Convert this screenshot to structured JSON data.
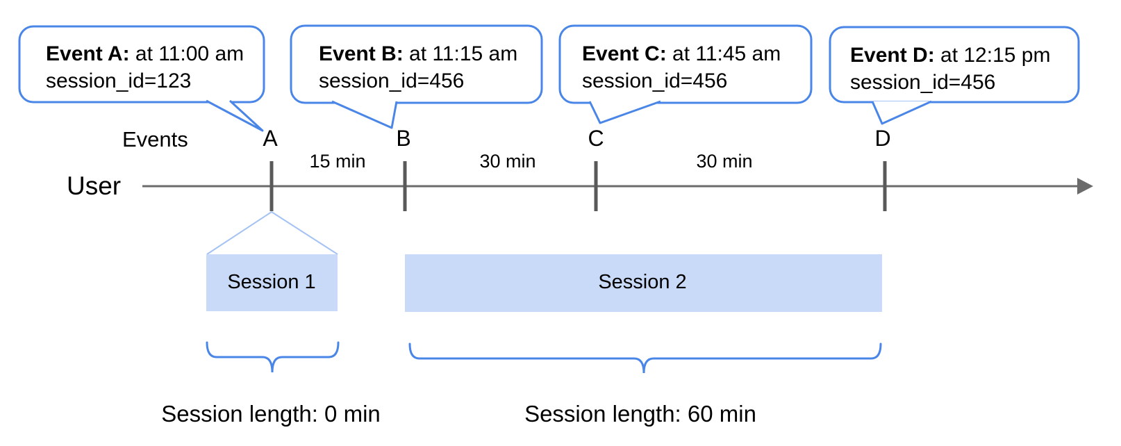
{
  "labels": {
    "events": "Events",
    "user": "User"
  },
  "bubbles": [
    {
      "letter": "A",
      "label": "Event A:",
      "time": " at 11:00 am",
      "session": "session_id=123"
    },
    {
      "letter": "B",
      "label": "Event B:",
      "time": " at 11:15 am",
      "session": "session_id=456"
    },
    {
      "letter": "C",
      "label": "Event C:",
      "time": " at 11:45 am",
      "session": "session_id=456"
    },
    {
      "letter": "D",
      "label": "Event D:",
      "time": " at 12:15 pm",
      "session": "session_id=456"
    }
  ],
  "intervals": [
    "15 min",
    "30 min",
    "30 min"
  ],
  "sessions": [
    {
      "name": "Session 1",
      "length_label": "Session length: 0 min"
    },
    {
      "name": "Session 2",
      "length_label": "Session length: 60 min"
    }
  ],
  "colors": {
    "bubble_border": "#4a86e8",
    "session_fill": "#c9daf8",
    "timeline": "#6b6b6b",
    "tick": "#595959",
    "funnel": "#a4c2f4",
    "text": "#000000",
    "background": "#ffffff"
  }
}
